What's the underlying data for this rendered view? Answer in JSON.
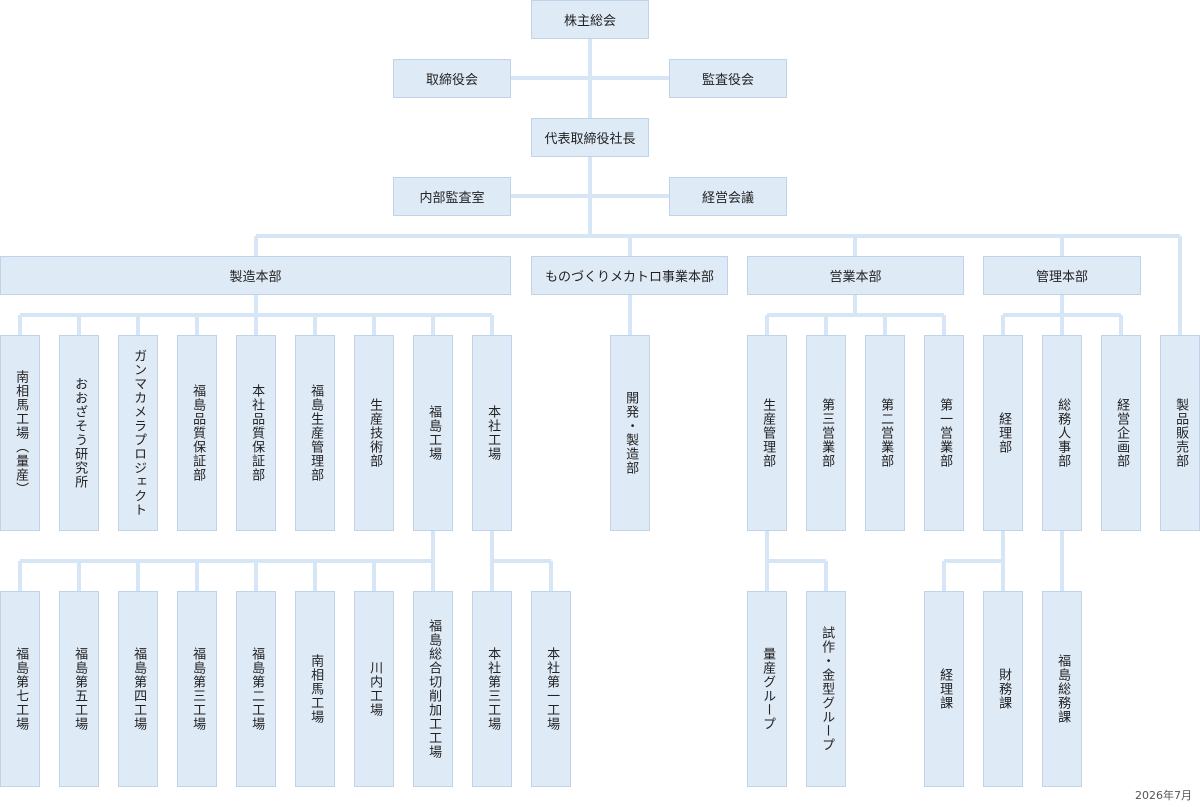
{
  "org": {
    "shareholders": "株主総会",
    "board": "取締役会",
    "auditors": "監査役会",
    "president": "代表取締役社長",
    "internal_audit": "内部監査室",
    "management_meeting": "経営会議",
    "manufacturing": {
      "name": "製造本部",
      "depts": [
        "南相馬工場（量産）",
        "おおざそう研究所",
        "ガンマカメラプロジェクト",
        "福島品質保証部",
        "本社品質保証部",
        "福島生産管理部",
        "生産技術部",
        "福島工場",
        "本社工場"
      ],
      "fukushima_plants": [
        "福島第七工場",
        "福島第五工場",
        "福島第四工場",
        "福島第三工場",
        "福島第二工場",
        "南相馬工場",
        "川内工場",
        "福島総合切削加工工場"
      ],
      "honsha_plants": [
        "本社第三工場",
        "本社第一工場"
      ]
    },
    "monozukuri": {
      "name": "ものづくりメカトロ事業本部",
      "depts": [
        "開発・製造部"
      ]
    },
    "sales": {
      "name": "営業本部",
      "depts": [
        "生産管理部",
        "第三営業部",
        "第二営業部",
        "第一営業部"
      ],
      "groups": [
        "量産グループ",
        "試作・金型グループ"
      ]
    },
    "admin": {
      "name": "管理本部",
      "depts": [
        "経理部",
        "総務人事部",
        "経営企画部"
      ],
      "sections": [
        "経理課",
        "財務課",
        "福島総務課"
      ]
    },
    "product_sales": "製品販売部"
  },
  "footer": {
    "date": "2026年7月"
  }
}
